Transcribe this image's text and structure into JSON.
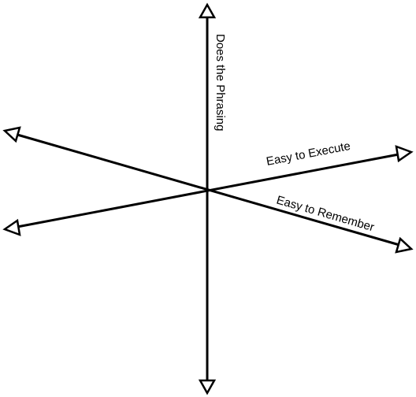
{
  "diagram": {
    "axes": [
      {
        "id": "vertical",
        "label": "Does the Phrasing"
      },
      {
        "id": "execute",
        "label": "Easy to Execute"
      },
      {
        "id": "remember",
        "label": "Easy to Remember"
      }
    ],
    "colors": {
      "stroke": "#000000",
      "arrow_fill": "#ffffff",
      "background": "#ffffff"
    }
  }
}
